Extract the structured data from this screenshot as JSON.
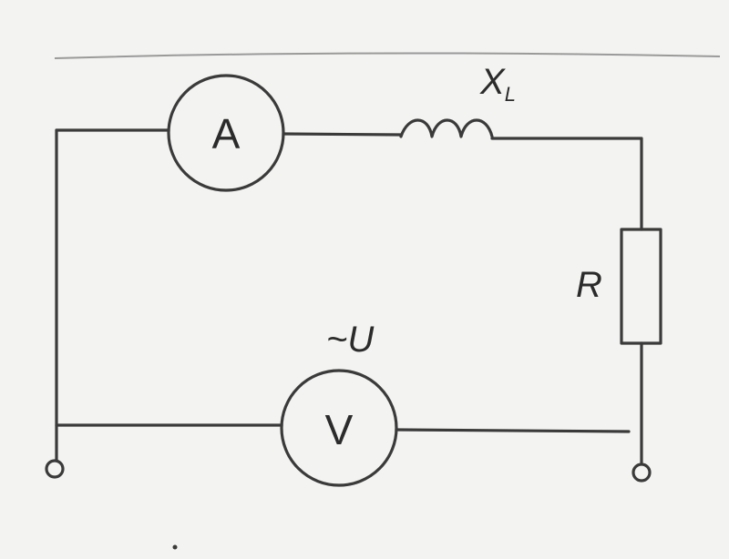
{
  "diagram": {
    "ammeter_label": "A",
    "voltmeter_label": "V",
    "inductance_label_main": "X",
    "inductance_label_sub": "L",
    "resistor_label": "R",
    "voltage_label": "~U",
    "colors": {
      "line": "#3a3a3a",
      "background": "#f3f3f1",
      "top_rule": "#9a9a9a"
    }
  }
}
